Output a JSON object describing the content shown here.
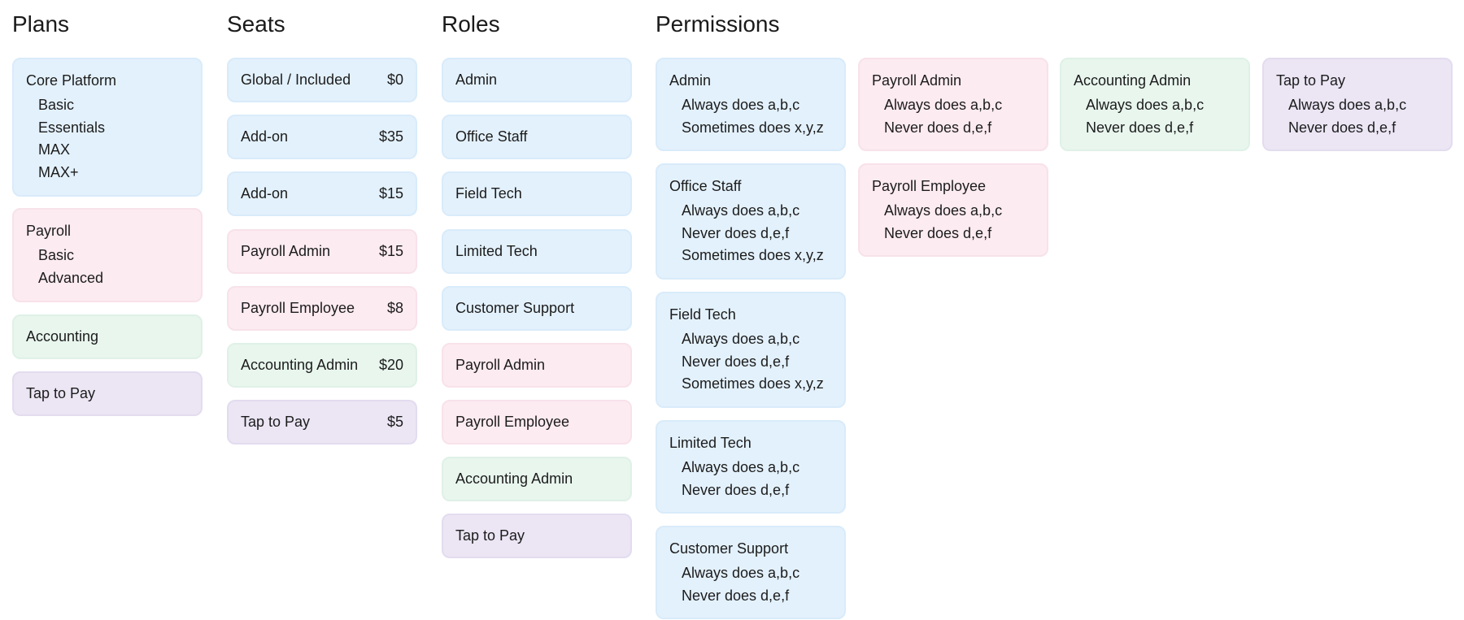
{
  "colors": {
    "blue": "#e3f1fc",
    "pink": "#fcebf1",
    "green": "#e8f6ee",
    "purple": "#ebe5f4"
  },
  "plans": {
    "title": "Plans",
    "cards": [
      {
        "title": "Core Platform",
        "items": [
          "Basic",
          "Essentials",
          "MAX",
          "MAX+"
        ]
      },
      {
        "title": "Payroll",
        "items": [
          "Basic",
          "Advanced"
        ]
      },
      {
        "title": "Accounting",
        "items": []
      },
      {
        "title": "Tap to Pay",
        "items": []
      }
    ]
  },
  "seats": {
    "title": "Seats",
    "rows": [
      {
        "name": "Global / Included",
        "price": "$0"
      },
      {
        "name": "Add-on",
        "price": "$35"
      },
      {
        "name": "Add-on",
        "price": "$15"
      },
      {
        "name": "Payroll Admin",
        "price": "$15"
      },
      {
        "name": "Payroll Employee",
        "price": "$8"
      },
      {
        "name": "Accounting Admin",
        "price": "$20"
      },
      {
        "name": "Tap to Pay",
        "price": "$5"
      }
    ]
  },
  "roles": {
    "title": "Roles",
    "rows": [
      "Admin",
      "Office Staff",
      "Field Tech",
      "Limited Tech",
      "Customer Support",
      "Payroll Admin",
      "Payroll Employee",
      "Accounting Admin",
      "Tap to Pay"
    ]
  },
  "permissions": {
    "title": "Permissions",
    "core": [
      {
        "title": "Admin",
        "items": [
          "Always does a,b,c",
          "Sometimes does x,y,z"
        ]
      },
      {
        "title": "Office Staff",
        "items": [
          "Always does a,b,c",
          "Never does d,e,f",
          "Sometimes does x,y,z"
        ]
      },
      {
        "title": "Field Tech",
        "items": [
          "Always does a,b,c",
          "Never does d,e,f",
          "Sometimes does x,y,z"
        ]
      },
      {
        "title": "Limited Tech",
        "items": [
          "Always does a,b,c",
          "Never does d,e,f"
        ]
      },
      {
        "title": "Customer Support",
        "items": [
          "Always does a,b,c",
          "Never does d,e,f"
        ]
      }
    ],
    "payroll": [
      {
        "title": "Payroll Admin",
        "items": [
          "Always does a,b,c",
          "Never does d,e,f"
        ]
      },
      {
        "title": "Payroll Employee",
        "items": [
          "Always does a,b,c",
          "Never does d,e,f"
        ]
      }
    ],
    "accounting": [
      {
        "title": "Accounting Admin",
        "items": [
          "Always does a,b,c",
          "Never does d,e,f"
        ]
      }
    ],
    "taptopay": [
      {
        "title": "Tap to Pay",
        "items": [
          "Always does a,b,c",
          "Never does d,e,f"
        ]
      }
    ]
  }
}
